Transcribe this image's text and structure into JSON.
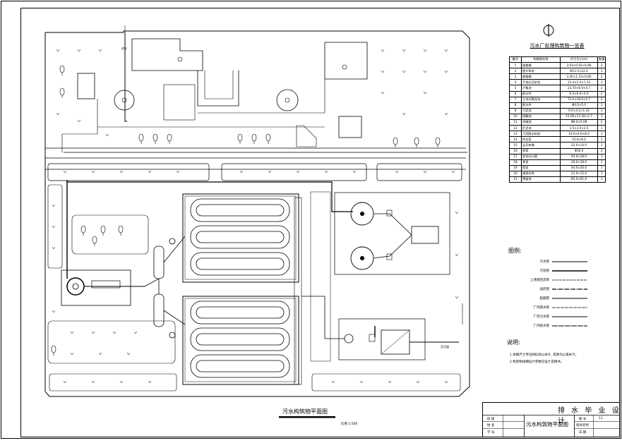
{
  "drawing": {
    "title": "污水构筑物平面图",
    "scale": "比例 1:500",
    "north_symbol": "north-arrow",
    "outlet_label": "至河道",
    "inlet_label": "进水"
  },
  "structure_table": {
    "title": "污水厂处理构筑物一览表",
    "headers": [
      "编号",
      "构筑物名称",
      "尺寸大小(m)",
      "数量"
    ],
    "rows": [
      [
        "1",
        "粗格栅",
        "3.03×0.92×0.86",
        "2"
      ],
      [
        "2",
        "提升泵房",
        "Φ12.5×12.0",
        "1"
      ],
      [
        "3",
        "细格栅",
        "3.26×1.23×0.86",
        "2"
      ],
      [
        "4",
        "平流式沉砂池",
        "12.4×2.4×1.12",
        "1"
      ],
      [
        "5",
        "沪集池",
        "23.70×6.0×4.7",
        "2"
      ],
      [
        "6",
        "配水井",
        "6.0×6.0×4.0",
        "2"
      ],
      [
        "7",
        "三沟式氧化沟",
        "72.0×18.0×5.7",
        "2"
      ],
      [
        "8",
        "配水井",
        "Φ4.0×5.0",
        "1"
      ],
      [
        "9",
        "污泥池",
        "6.0×4.2×1.32",
        "1"
      ],
      [
        "10",
        "接触池",
        "15.06×12.28×2.7",
        "1"
      ],
      [
        "11",
        "浓缩池",
        "Φ8.0×5.08",
        "2"
      ],
      [
        "12",
        "贮泥池",
        "3.5×3.5×3.5",
        "1"
      ],
      [
        "13",
        "污泥脱水机房",
        "16.0×9.0×8.0",
        "1"
      ],
      [
        "14",
        "传达室",
        "10.0×8.0",
        "1"
      ],
      [
        "15",
        "云芬车棚",
        "32.0×14.0",
        "1"
      ],
      [
        "16",
        "喷泉",
        "Φ16.0",
        "2"
      ],
      [
        "17",
        "综合办公楼",
        "44.0×28.0",
        "1"
      ],
      [
        "18",
        "食堂",
        "28.0×18.0",
        "1"
      ],
      [
        "19",
        "宿舍",
        "44.0×26.0",
        "1"
      ],
      [
        "20",
        "维修仓库",
        "21.0×15.0",
        "1"
      ],
      [
        "21",
        "预留地",
        "85.0×61.0",
        "1"
      ]
    ]
  },
  "legend": {
    "title": "图例:",
    "items": [
      "污水管",
      "污泥管",
      "上清液回流管",
      "加药管",
      "超越管",
      "厂内雨水管",
      "厂内污水管",
      "厂内给水管"
    ]
  },
  "notes": {
    "title": "说明:",
    "items": [
      "1.本图尺寸单位除标高以米计, 其余均以毫米计。",
      "2.构筑物详细设计参数见设计说明书。"
    ]
  },
  "title_block": {
    "main": "排 水 毕 业 设 计",
    "drawing_name": "污水构筑物平面图",
    "left_labels": [
      "班 级",
      "姓 名",
      "学 号"
    ],
    "right_labels": [
      "图 号",
      "指导老师",
      "日 期"
    ],
    "drawing_no": "11"
  },
  "colors": {
    "line": "#000000",
    "background": "#ffffff"
  }
}
